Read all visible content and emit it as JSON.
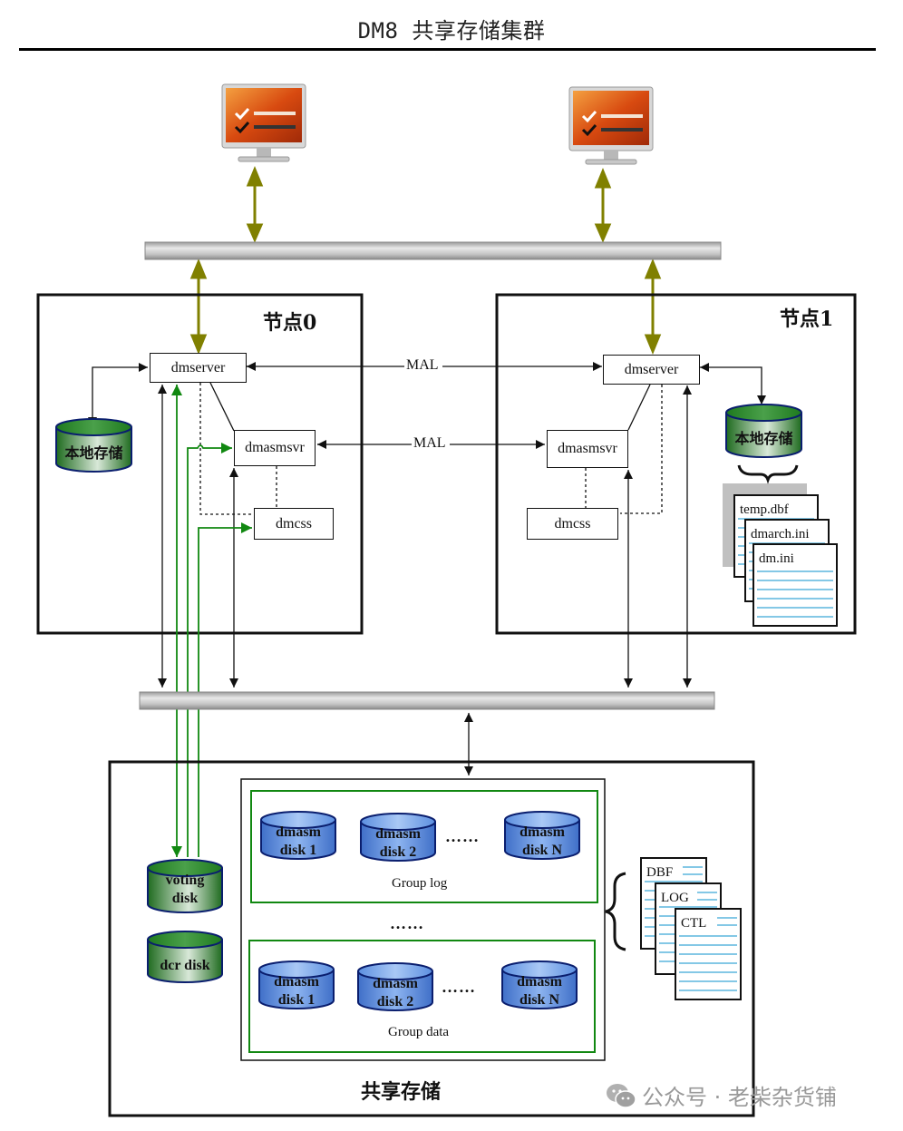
{
  "title": "DM8 共享存储集群",
  "clients": [
    {
      "name": "client-0",
      "icon": "monitor-checklist-icon"
    },
    {
      "name": "client-1",
      "icon": "monitor-checklist-icon"
    }
  ],
  "nodes": [
    {
      "title": "节点0",
      "processes": {
        "server": "dmserver",
        "asm": "dmasmsvr",
        "css": "dmcss"
      },
      "local_storage": "本地存储"
    },
    {
      "title": "节点1",
      "processes": {
        "server": "dmserver",
        "asm": "dmasmsvr",
        "css": "dmcss"
      },
      "local_storage": "本地存储",
      "local_files": [
        "temp.dbf",
        "dmarch.ini",
        "dm.ini"
      ]
    }
  ],
  "links": {
    "mal_top": "MAL",
    "mal_bottom": "MAL"
  },
  "shared_storage": {
    "title": "共享存储",
    "voting_disk": "voting disk",
    "dcr_disk": "dcr disk",
    "ellipsis": "……",
    "groups": [
      {
        "label": "Group log",
        "disks": [
          "dmasm disk 1",
          "dmasm disk 2",
          "dmasm disk N"
        ],
        "ellipsis": "……"
      },
      {
        "label": "Group data",
        "disks": [
          "dmasm disk 1",
          "dmasm disk 2",
          "dmasm disk N"
        ],
        "ellipsis": "……"
      }
    ],
    "files": [
      "DBF",
      "LOG",
      "CTL"
    ]
  },
  "watermark": {
    "text": "公众号 · 老柴杂货铺",
    "icon": "wechat-icon"
  },
  "colors": {
    "olive_arrow": "#808000",
    "green_link": "#118811",
    "green_disk": "#2e7d32",
    "blue_disk": "#5b8fe0",
    "file_line": "#3aa6d8",
    "bus_gray": "#c8c8c8"
  }
}
